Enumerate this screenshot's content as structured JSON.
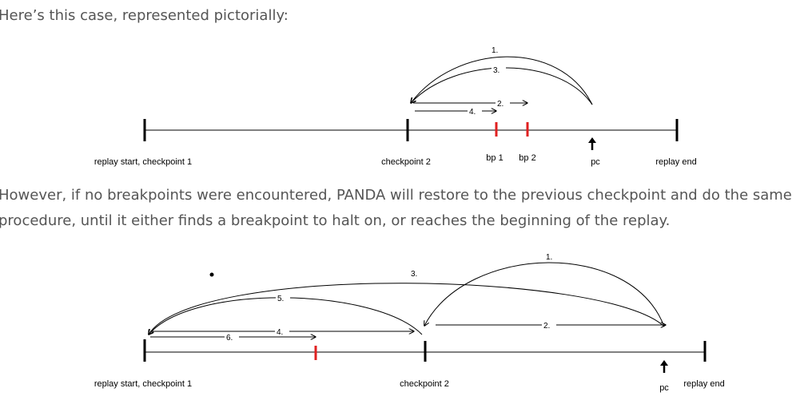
{
  "paragraphs": {
    "intro": "Here’s this case, represented pictorially:",
    "restore_line1": "However, if no breakpoints were encountered, PANDA will restore to the previous checkpoint and do the same",
    "restore_line2": "procedure, until it either finds a breakpoint to halt on, or reaches the beginning of the replay."
  },
  "diagram1": {
    "markers": {
      "start": "replay start, checkpoint 1",
      "checkpoint2": "checkpoint 2",
      "bp1": "bp 1",
      "bp2": "bp 2",
      "pc": "pc",
      "end": "replay end"
    },
    "steps": {
      "s1": "1.",
      "s2": "2.",
      "s3": "3.",
      "s4": "4."
    }
  },
  "diagram2": {
    "markers": {
      "start": "replay start, checkpoint 1",
      "checkpoint2": "checkpoint 2",
      "pc": "pc",
      "end": "replay end"
    },
    "steps": {
      "s1": "1.",
      "s2": "2.",
      "s3": "3.",
      "s4": "4.",
      "s5": "5.",
      "s6": "6."
    }
  },
  "colors": {
    "text": "#555555",
    "line": "#000000",
    "breakpoint": "#e02020"
  }
}
